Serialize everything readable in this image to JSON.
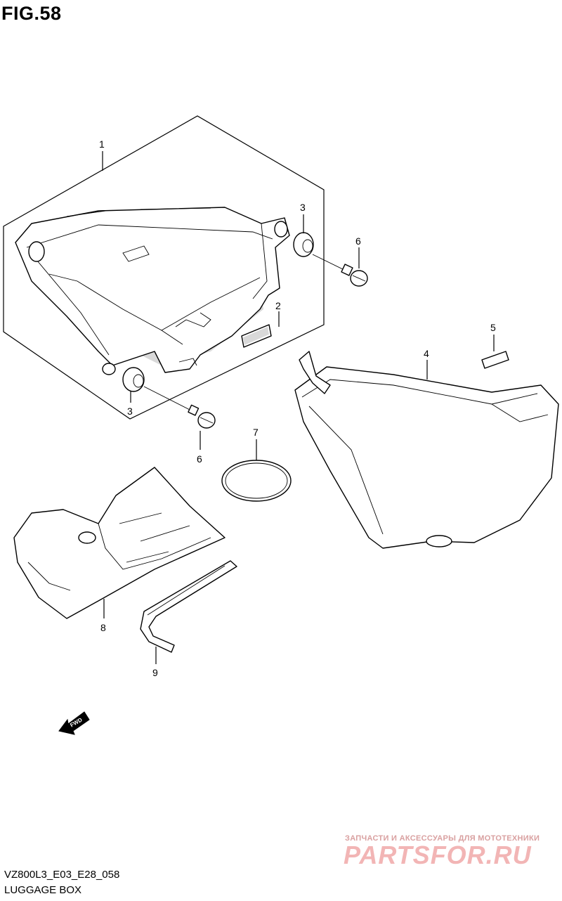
{
  "figure": {
    "title": "FIG.58"
  },
  "footer": {
    "code": "VZ800L3_E03_E28_058",
    "caption": "LUGGAGE BOX"
  },
  "watermark": {
    "tagline": "ЗАПЧАСТИ И АКСЕССУАРЫ ДЛЯ МОТОТЕХНИКИ",
    "site": "PARTSFOR.RU"
  },
  "fwd_label": "FWD",
  "callouts": [
    "1",
    "2",
    "3",
    "3",
    "4",
    "5",
    "6",
    "6",
    "7",
    "8",
    "9"
  ]
}
